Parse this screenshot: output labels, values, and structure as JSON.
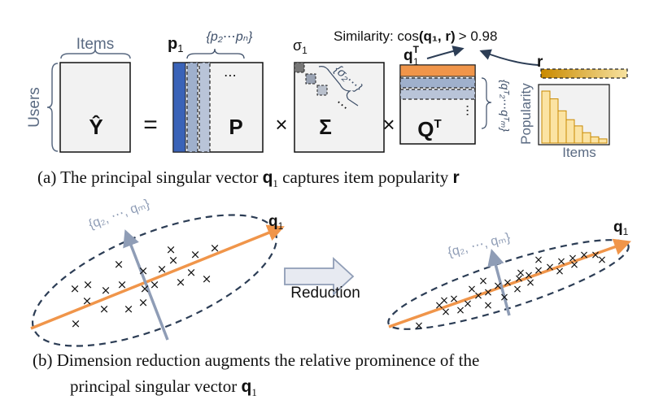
{
  "panel_a": {
    "items_label": "Items",
    "users_label": "Users",
    "y_hat": "Ŷ",
    "equals": "=",
    "p_matrix": "P",
    "p1_label": "p",
    "p1_sub": "1",
    "p_rest_label": "{p₂⋯pₙ}",
    "times": "×",
    "sigma_matrix": "Σ",
    "sigma1_label": "σ",
    "sigma1_sub": "1",
    "sigma_rest_label": "{σ₂⋯}",
    "qt_matrix": "Q",
    "qt_sup": "T",
    "q1t_label": "q",
    "q1t_sup": "T",
    "q1t_sub": "1",
    "q_rest_label": "{qᵀ₂⋯qᵀₘ}",
    "dots": "⋯",
    "similarity_label": "Similarity: cos",
    "similarity_args": "(q₁, r)",
    "similarity_tail": "> 0.98",
    "r_label": "r",
    "popularity_label": "Popularity",
    "hist_items_label": "Items"
  },
  "caption_a": {
    "prefix": "(a) The principal singular vector ",
    "vec": "q",
    "vec_sub": "1",
    "middle": " captures item popularity ",
    "r": "r"
  },
  "panel_b": {
    "q1_left": "q",
    "q1_left_sub": "1",
    "qrest_left": "{q₂, ⋯, qₘ}",
    "reduction_label": "Reduction",
    "q1_right": "q",
    "q1_right_sub": "1",
    "qrest_right": "{q₂, ⋯, qₘ}",
    "marker": "×"
  },
  "caption_b": {
    "line1": "(b) Dimension reduction augments the relative prominence of the",
    "line2_prefix": "principal singular vector ",
    "vec": "q",
    "vec_sub": "1"
  },
  "popularity_histogram": [
    1.0,
    0.85,
    0.62,
    0.45,
    0.33,
    0.2,
    0.12,
    0.08
  ],
  "colors": {
    "orange": "#f0954a",
    "blue_dark": "#3a63b8",
    "slate": "#8f9db6",
    "navy": "#2c3d55",
    "gold_dark": "#c98a00",
    "gold_light": "#f5d98b",
    "hist_fill": "#fbe3a3"
  }
}
